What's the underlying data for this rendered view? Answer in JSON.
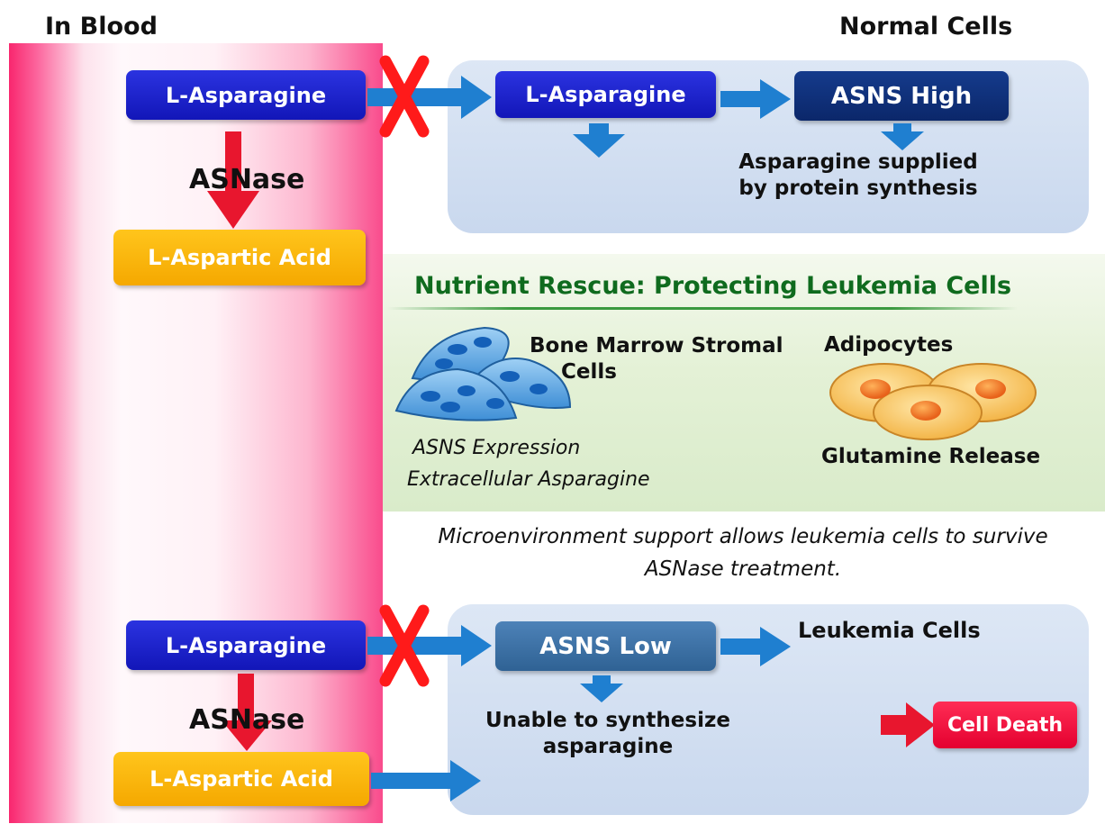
{
  "headers": {
    "in_blood": "In Blood",
    "normal_cells": "Normal Cells"
  },
  "top": {
    "blood_asparagine": "L-Asparagine",
    "asnase": "ASNase",
    "aspartic_acid": "L-Aspartic Acid",
    "normal_asparagine": "L-Asparagine",
    "asns_high": "ASNS High",
    "supplied_line1": "Asparagine supplied",
    "supplied_line2": "by protein synthesis"
  },
  "rescue": {
    "title": "Nutrient Rescue: Protecting Leukemia Cells",
    "stromal_line1": "Bone Marrow Stromal",
    "stromal_line2": "Cells",
    "asns_expression": "ASNS Expression",
    "extracellular": "Extracellular Asparagine",
    "adipocytes": "Adipocytes",
    "glutamine": "Glutamine Release",
    "note_line1": "Microenvironment support allows leukemia cells to survive",
    "note_line2": "ASNase treatment."
  },
  "bottom": {
    "blood_asparagine": "L-Asparagine",
    "asnase": "ASNase",
    "aspartic_acid": "L-Aspartic Acid",
    "asns_low": "ASNS Low",
    "leukemia_cells": "Leukemia Cells",
    "unable_line1": "Unable to synthesize",
    "unable_line2": "asparagine",
    "cell_death": "Cell Death"
  },
  "colors": {
    "arrow_blue": "#1f7fd0",
    "arrow_red": "#e8162e",
    "blocked_x": "#ff1a1a",
    "rescue_title": "#0f6b1e"
  }
}
